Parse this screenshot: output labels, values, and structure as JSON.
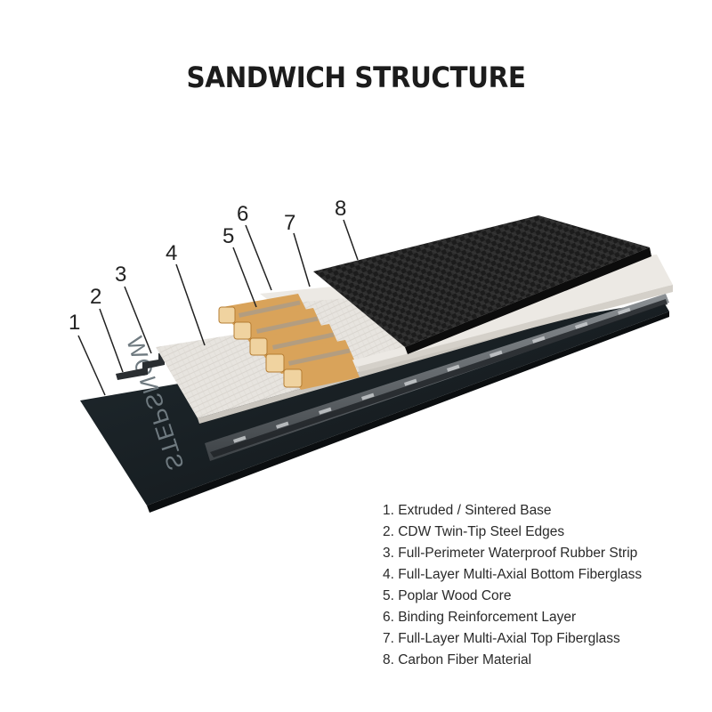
{
  "title": "SANDWICH STRUCTURE",
  "base_print": "STEPSNOW",
  "callouts": [
    "1",
    "2",
    "3",
    "4",
    "5",
    "6",
    "7",
    "8"
  ],
  "legend": [
    "1. Extruded / Sintered Base",
    "2. CDW Twin-Tip Steel Edges",
    "3. Full-Perimeter Waterproof Rubber Strip",
    "4. Full-Layer Multi-Axial Bottom Fiberglass",
    "5. Poplar Wood Core",
    "6. Binding Reinforcement Layer",
    "7. Full-Layer Multi-Axial Top Fiberglass",
    "8. Carbon Fiber Material"
  ],
  "colors": {
    "base": "#1b2226",
    "edge": "#4a4f52",
    "fiberglass": "#e6e3de",
    "wood": "#d9a35a",
    "wood_end": "#f0d3a0",
    "carbon": "#1a1a1a",
    "text": "#2a2a2a"
  }
}
